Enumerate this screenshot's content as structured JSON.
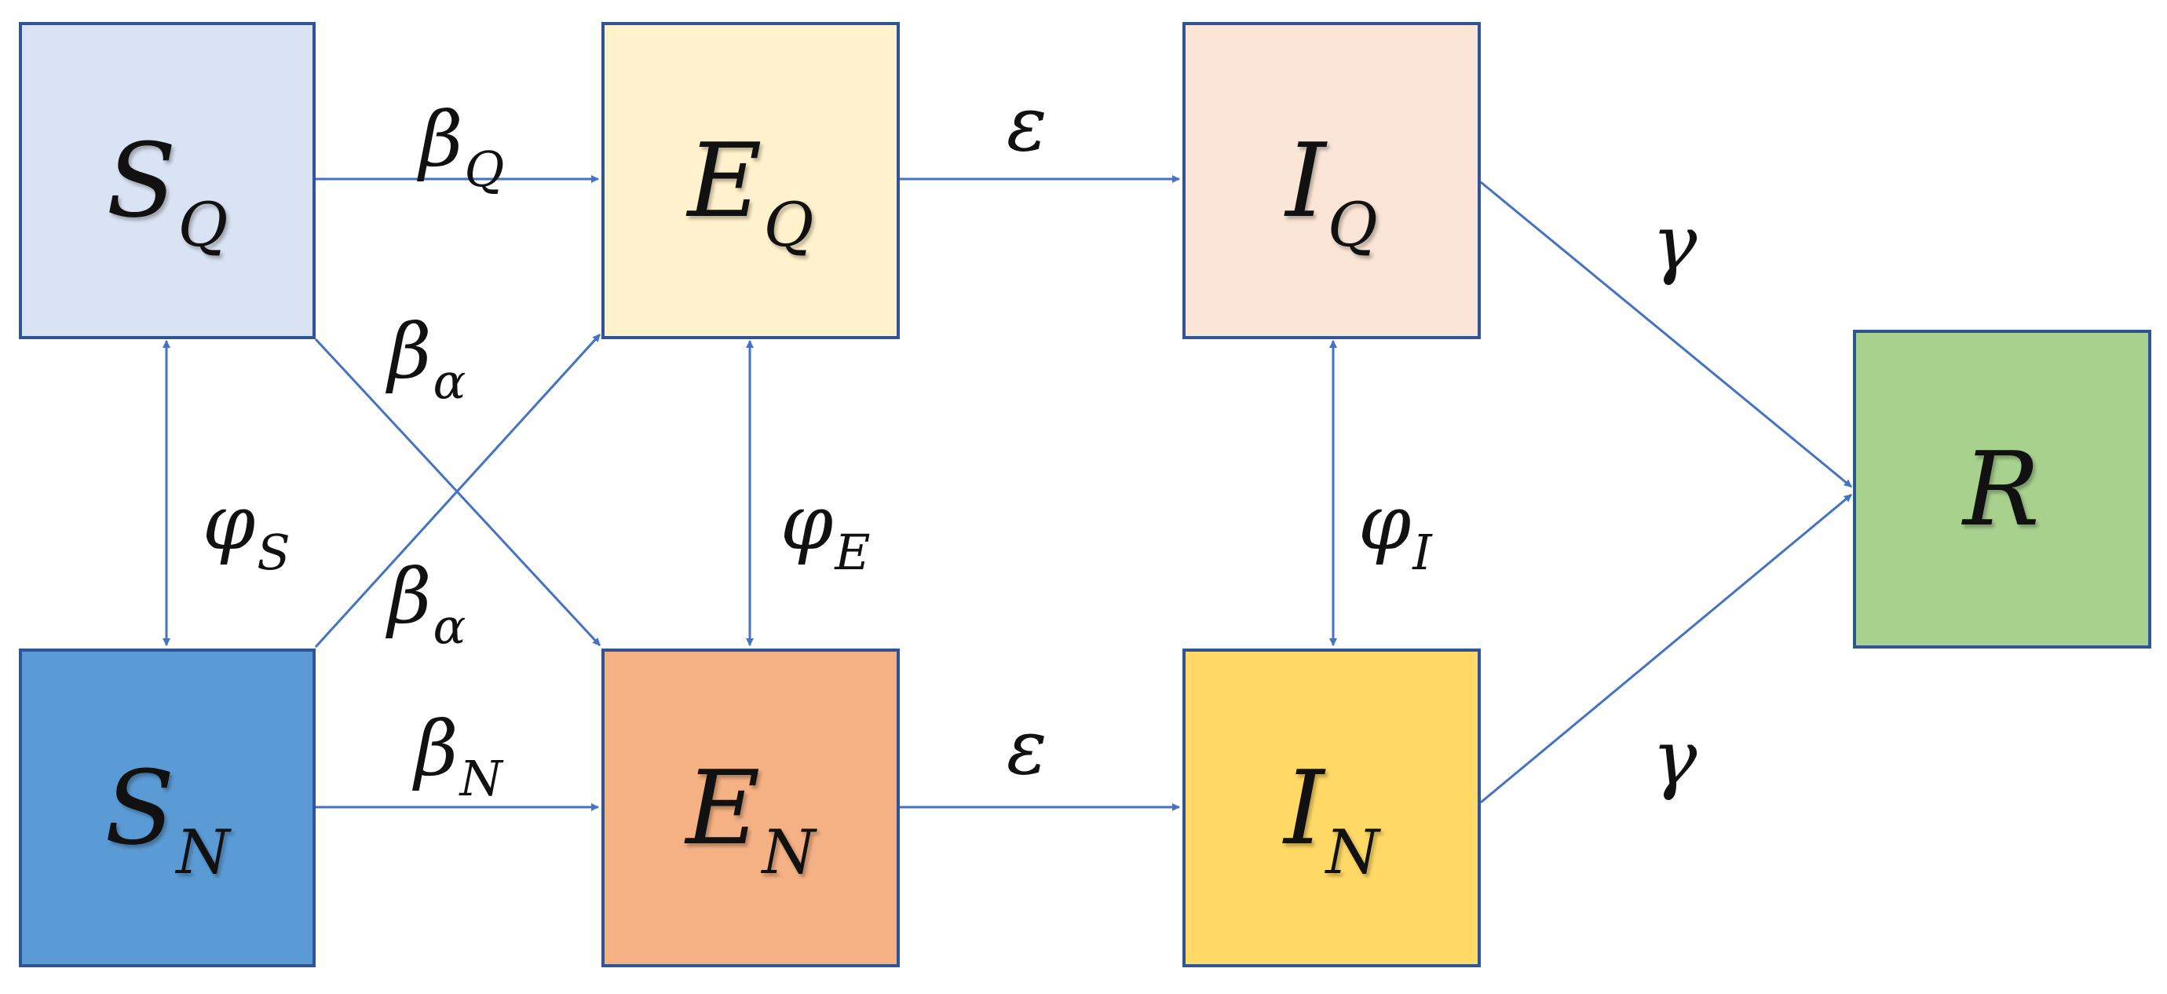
{
  "colors": {
    "arrow": "#4472c4",
    "border": "#2f5597",
    "SQ": "#dae3f3",
    "SN": "#5b9bd5",
    "EQ": "#fff2cc",
    "EN": "#f4b183",
    "IQ": "#fbe5d6",
    "IN": "#ffd966",
    "R": "#a9d18e"
  },
  "nodes": {
    "SQ": {
      "main": "S",
      "sub": "Q"
    },
    "SN": {
      "main": "S",
      "sub": "N"
    },
    "EQ": {
      "main": "E",
      "sub": "Q"
    },
    "EN": {
      "main": "E",
      "sub": "N"
    },
    "IQ": {
      "main": "I",
      "sub": "Q"
    },
    "IN": {
      "main": "I",
      "sub": "N"
    },
    "R": {
      "main": "R",
      "sub": ""
    }
  },
  "edges": {
    "beta_Q": {
      "main": "β",
      "sub": "Q"
    },
    "beta_N": {
      "main": "β",
      "sub": "N"
    },
    "beta_alpha_1": {
      "main": "β",
      "sub": "α"
    },
    "beta_alpha_2": {
      "main": "β",
      "sub": "α"
    },
    "epsilon_Q": {
      "main": "ε",
      "sub": ""
    },
    "epsilon_N": {
      "main": "ε",
      "sub": ""
    },
    "gamma_Q": {
      "main": "γ",
      "sub": ""
    },
    "gamma_N": {
      "main": "γ",
      "sub": ""
    },
    "phi_S": {
      "main": "φ",
      "sub": "S"
    },
    "phi_E": {
      "main": "φ",
      "sub": "E"
    },
    "phi_I": {
      "main": "φ",
      "sub": "I"
    }
  }
}
